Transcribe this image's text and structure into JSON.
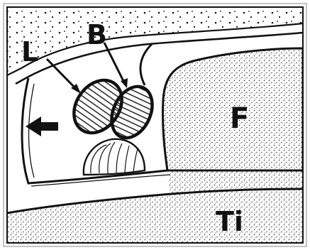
{
  "figure": {
    "labels": {
      "L": "L",
      "B": "B",
      "F": "F",
      "Ti": "Ti"
    },
    "colors": {
      "ink": "#111111",
      "paper": "#ffffff",
      "frame": "#8a8a8a"
    },
    "icons": {
      "arrow": "thick-left-arrow"
    }
  }
}
